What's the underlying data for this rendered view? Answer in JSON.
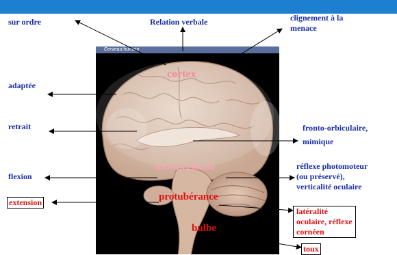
{
  "photo": {
    "window_title": "Cerveau humain"
  },
  "regions": {
    "cortex": "cortex",
    "mesencephale": "mésencéphale",
    "protuberance": "protubérance",
    "bulbe": "bulbe"
  },
  "labels": {
    "sur_ordre": "sur ordre",
    "relation_verbale": "Relation verbale",
    "clignement_line1": "clignement à la",
    "clignement_line2": "menace",
    "adaptee": "adaptée",
    "retrait": "retrait",
    "flexion": "flexion",
    "extension": "extension",
    "fronto_line1": "fronto-orbiculaire,",
    "fronto_line2": "mimique",
    "reflexe_line1": "réflexe photomoteur",
    "reflexe_line2": "(ou préservé),",
    "reflexe_line3": "verticalité oculaire",
    "lateralite_line1": "latéralité",
    "lateralite_line2": "oculaire, réflexe",
    "lateralite_line3": "cornéen",
    "toux": "toux"
  },
  "colors": {
    "blue_label": "#1a2fa8",
    "red_label": "#e01010",
    "header": "#1c7fcf",
    "region_text": "#f08a9a"
  }
}
